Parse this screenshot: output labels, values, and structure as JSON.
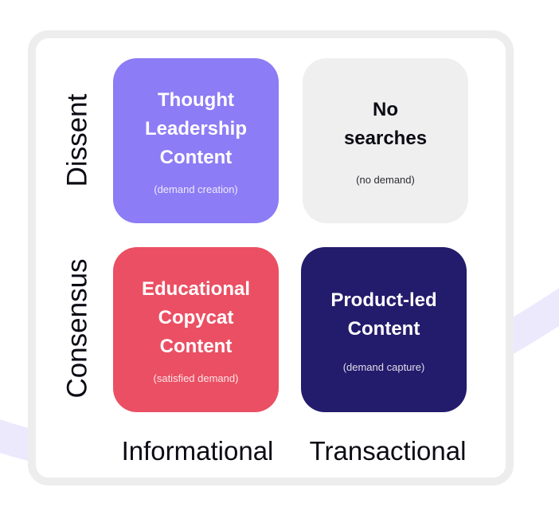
{
  "rows": {
    "top": "Dissent",
    "bottom": "Consensus"
  },
  "columns": {
    "left": "Informational",
    "right": "Transactional"
  },
  "quadrants": {
    "top_left": {
      "title_lines": [
        "Thought",
        "Leadership",
        "Content"
      ],
      "subtitle": "(demand creation)",
      "color": "#8c7cf5"
    },
    "top_right": {
      "title_lines": [
        "No",
        "searches"
      ],
      "subtitle": "(no demand)",
      "color": "#efefef"
    },
    "bottom_left": {
      "title_lines": [
        "Educational",
        "Copycat",
        "Content"
      ],
      "subtitle": "(satisfied demand)",
      "color": "#eb4f63"
    },
    "bottom_right": {
      "title_lines": [
        "Product-led",
        "Content"
      ],
      "subtitle": "(demand capture)",
      "color": "#231b6b"
    }
  },
  "accent_color": "#d9d4fb"
}
